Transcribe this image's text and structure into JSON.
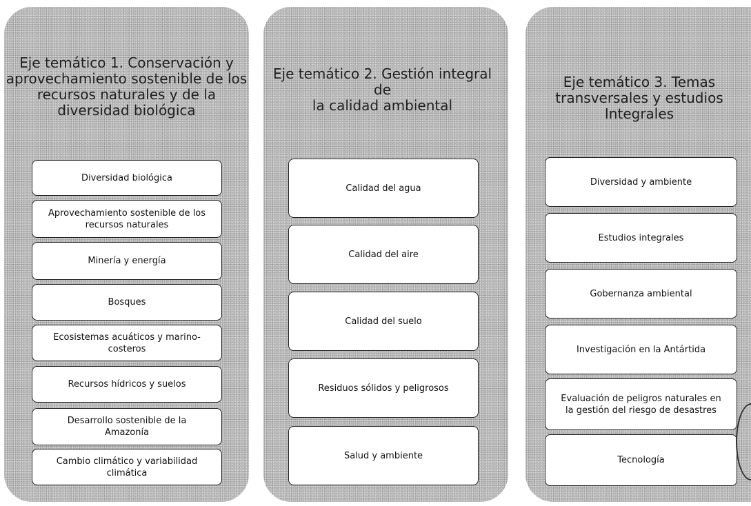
{
  "columns": [
    {
      "title": "Eje temático 1. Conservación y\naprovechamiento sostenible de los\nrecursos naturales y de la\ndiversidad biológica",
      "items": [
        "Diversidad biológica",
        "Aprovechamiento sostenible de los\nrecursos naturales",
        "Minería y energía",
        "Bosques",
        "Ecosistemas acuáticos y marino-\ncosteros",
        "Recursos hídricos y suelos",
        "Desarrollo sostenible de la\nAmazonía",
        "Cambio climático y variabilidad\nclimática"
      ]
    },
    {
      "title": "Eje temático 2. Gestión integral de\nla calidad ambiental",
      "items": [
        "Calidad del agua",
        "Calidad del aire",
        "Calidad del suelo",
        "Residuos sólidos y peligrosos",
        "Salud y ambiente"
      ]
    },
    {
      "title": "Eje temático 3. Temas\ntransversales y estudios Integrales",
      "items": [
        "Diversidad y ambiente",
        "Estudios integrales",
        "Gobernanza ambiental",
        "Investigación en la Antártida",
        "Evaluación de peligros naturales en\nla gestión del riesgo de desastres",
        "Tecnología"
      ]
    }
  ]
}
